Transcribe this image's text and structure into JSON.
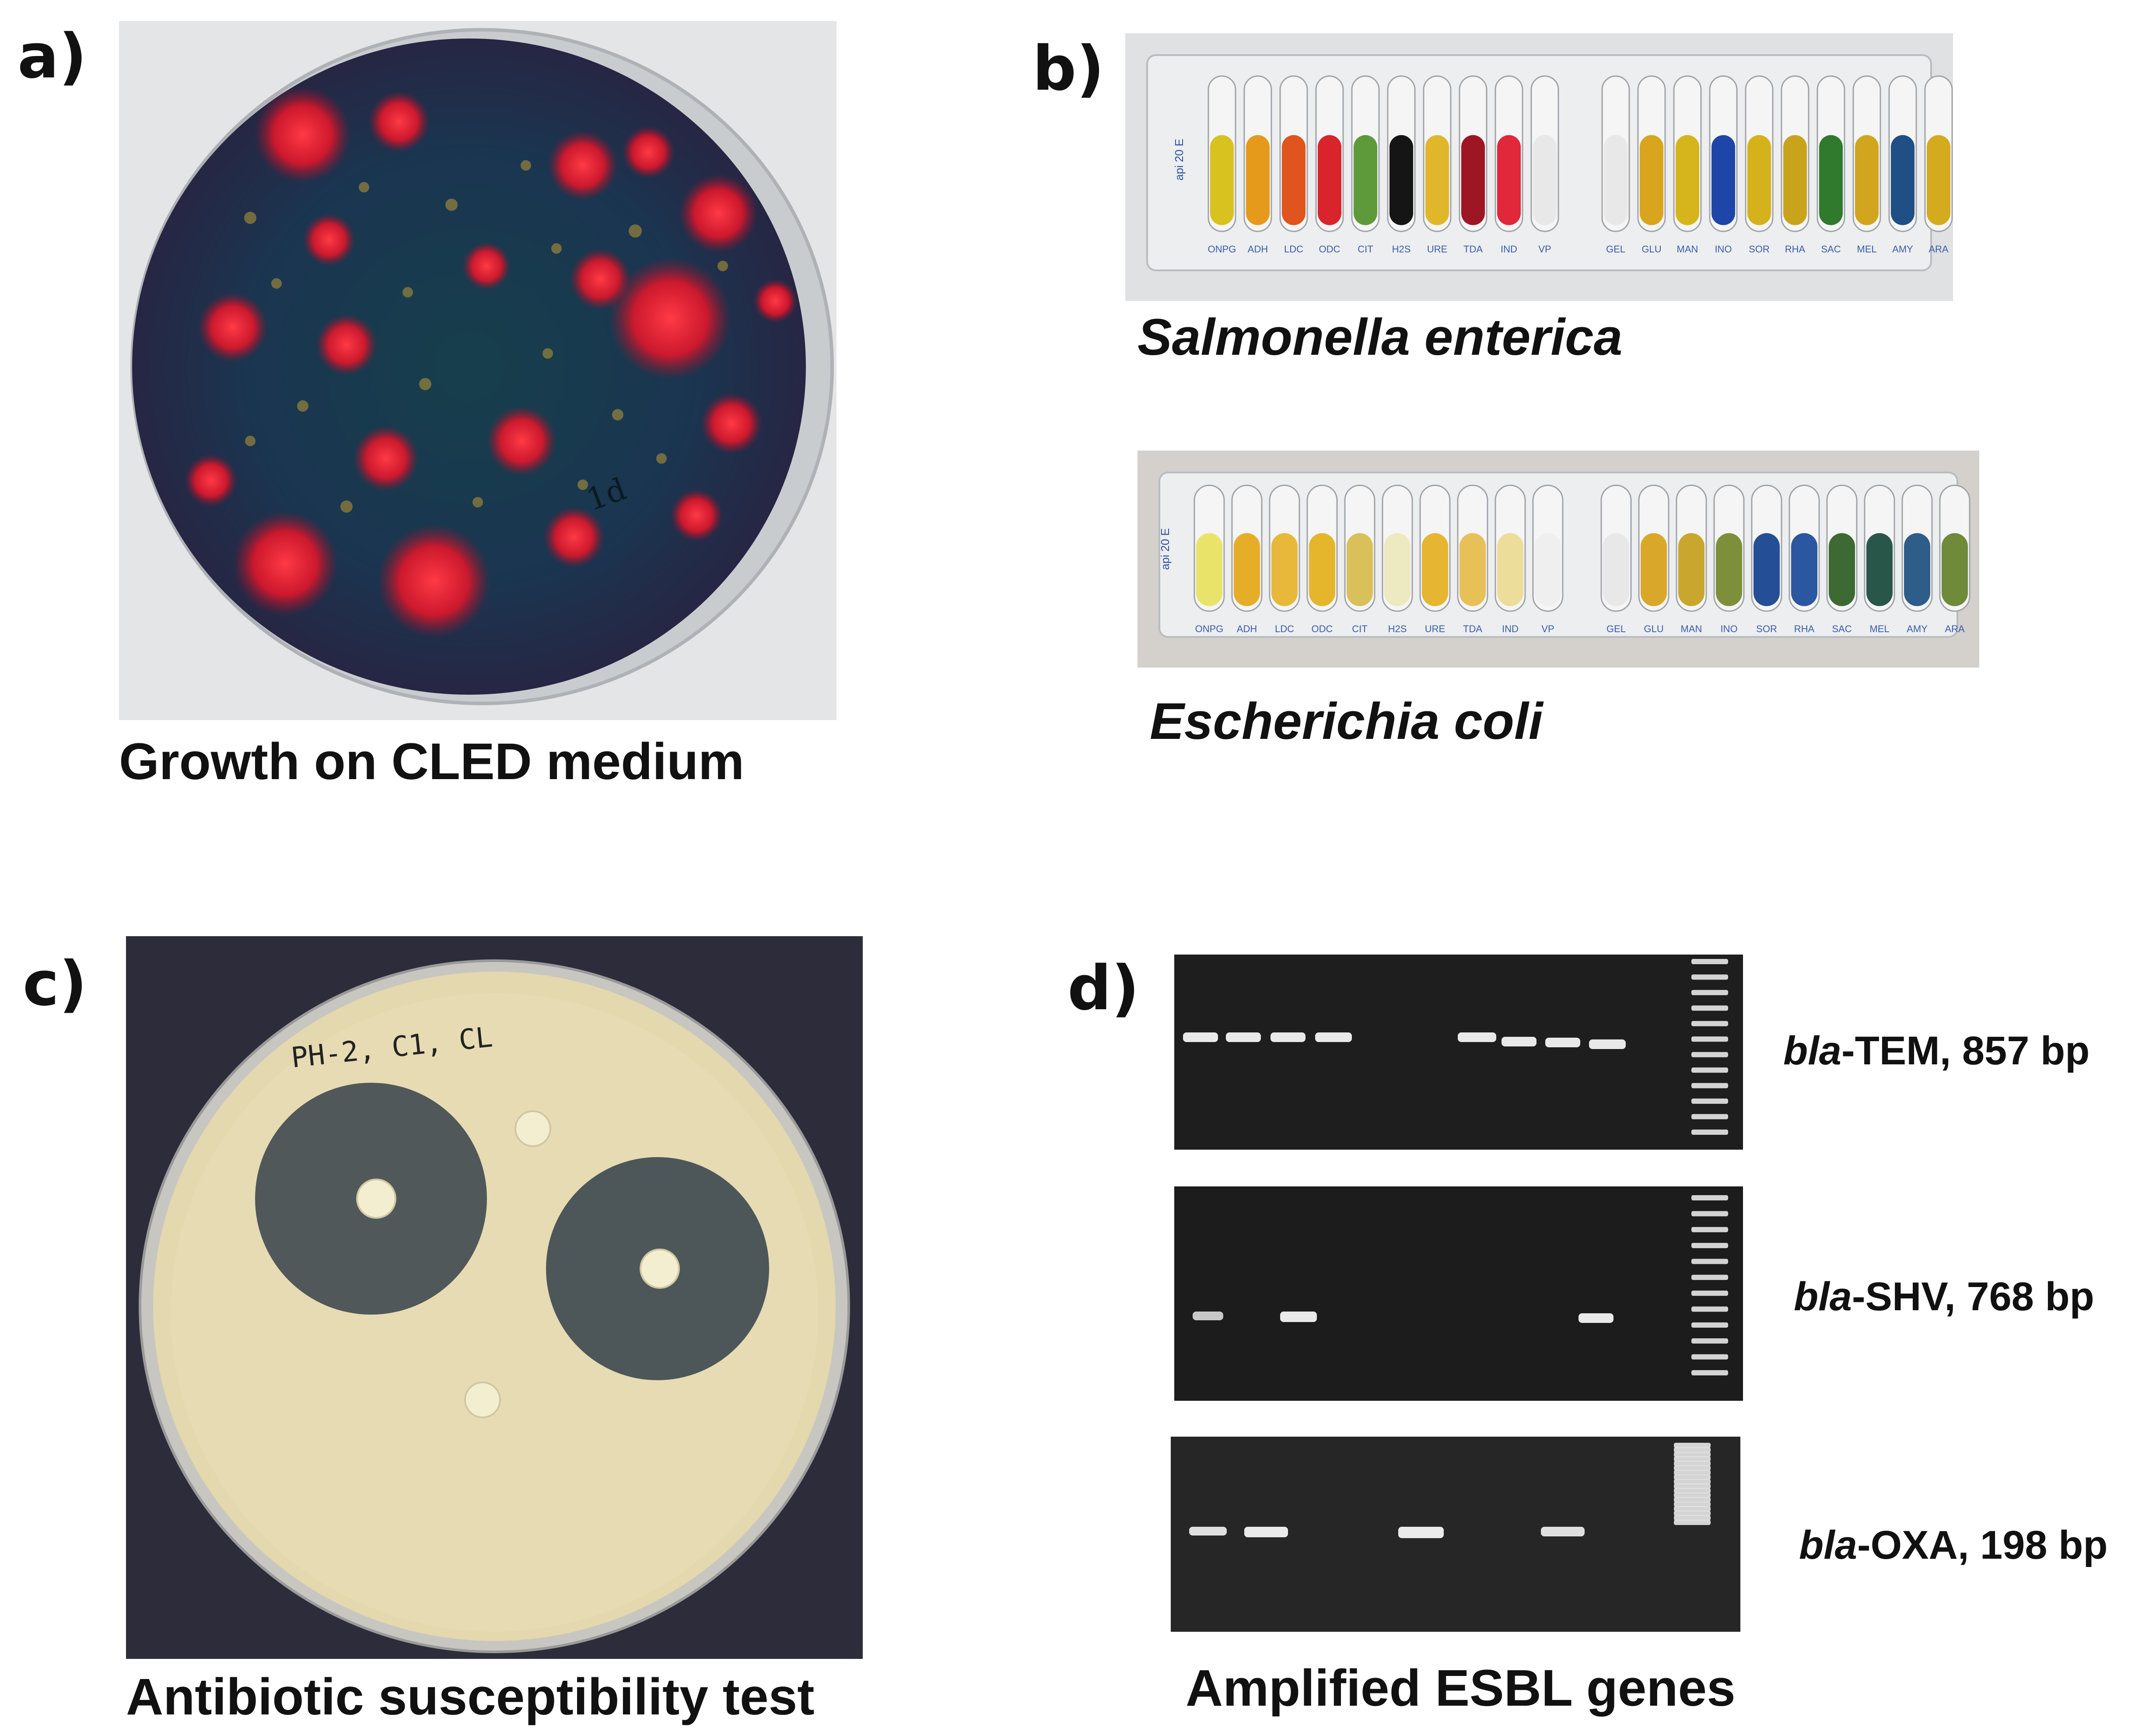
{
  "panels": {
    "a": {
      "letter": "a)",
      "caption": "Growth on CLED medium",
      "plate_note": "1d"
    },
    "b": {
      "letter": "b)",
      "strip_brand": "api 20 E",
      "strips": [
        {
          "species": "Salmonella enterica",
          "tests": [
            "ONPG",
            "ADH",
            "LDC",
            "ODC",
            "CIT",
            "H2S",
            "URE",
            "TDA",
            "IND",
            "VP",
            "GEL",
            "GLU",
            "MAN",
            "INO",
            "SOR",
            "RHA",
            "SAC",
            "MEL",
            "AMY",
            "ARA"
          ],
          "colors": [
            "#d8c21f",
            "#e59a1c",
            "#e0551d",
            "#d9242c",
            "#5f9a3a",
            "#151515",
            "#e0b72a",
            "#9e1524",
            "#e0283a",
            "#e8e8e8",
            "#e8e8e8",
            "#d9a51e",
            "#d6b51c",
            "#1e46a8",
            "#d5b21c",
            "#caa31c",
            "#2f7a2c",
            "#d2a51e",
            "#1f4f84",
            "#d4ab1e"
          ]
        },
        {
          "species": "Escherichia coli",
          "tests": [
            "ONPG",
            "ADH",
            "LDC",
            "ODC",
            "CIT",
            "H2S",
            "URE",
            "TDA",
            "IND",
            "VP",
            "GEL",
            "GLU",
            "MAN",
            "INO",
            "SOR",
            "RHA",
            "SAC",
            "MEL",
            "AMY",
            "ARA"
          ],
          "colors": [
            "#e9e36a",
            "#e6ae28",
            "#e8b83a",
            "#e5b52c",
            "#d9c05a",
            "#ede9c0",
            "#e6b531",
            "#e7c058",
            "#ecdd9a",
            "#efefef",
            "#e8e8e8",
            "#d9a72a",
            "#c9a62d",
            "#7d8f3a",
            "#244f96",
            "#2a57a0",
            "#3d6a33",
            "#28574a",
            "#2e5d8a",
            "#6e8a3a"
          ]
        }
      ]
    },
    "c": {
      "letter": "c)",
      "caption": "Antibiotic susceptibility test",
      "plate_note": "PH-2, C1, CL"
    },
    "d": {
      "letter": "d)",
      "caption": "Amplified ESBL genes",
      "gels": [
        {
          "gene_prefix": "bla",
          "gene_suffix": "-TEM, 857 bp"
        },
        {
          "gene_prefix": "bla",
          "gene_suffix": "-SHV, 768 bp"
        },
        {
          "gene_prefix": "bla",
          "gene_suffix": "-OXA, 198 bp"
        }
      ]
    }
  },
  "colors": {
    "cled_medium": "#14404a",
    "colony_red": "#ff2a3a",
    "agar": "#e3d8ae",
    "gel_background": "#202020",
    "band": "#f4f4f4"
  }
}
